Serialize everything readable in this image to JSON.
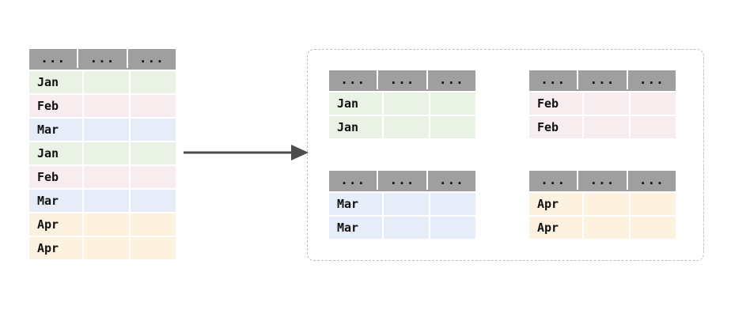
{
  "colors": {
    "header_bg": "#9f9f9f",
    "jan_bg": "#e9f2e5",
    "feb_bg": "#f7edee",
    "mar_bg": "#e7edf8",
    "apr_bg": "#fcf2df",
    "arrow": "#4d4d4d",
    "group_box_border": "#bdbdbd",
    "text": "#111111"
  },
  "header": {
    "cells": [
      "...",
      "...",
      "..."
    ]
  },
  "source_table": {
    "rows": [
      "Jan",
      "Feb",
      "Mar",
      "Jan",
      "Feb",
      "Mar",
      "Apr",
      "Apr"
    ]
  },
  "groups": [
    {
      "id": "jan",
      "rows": [
        "Jan",
        "Jan"
      ]
    },
    {
      "id": "feb",
      "rows": [
        "Feb",
        "Feb"
      ]
    },
    {
      "id": "mar",
      "rows": [
        "Mar",
        "Mar"
      ]
    },
    {
      "id": "apr",
      "rows": [
        "Apr",
        "Apr"
      ]
    }
  ]
}
